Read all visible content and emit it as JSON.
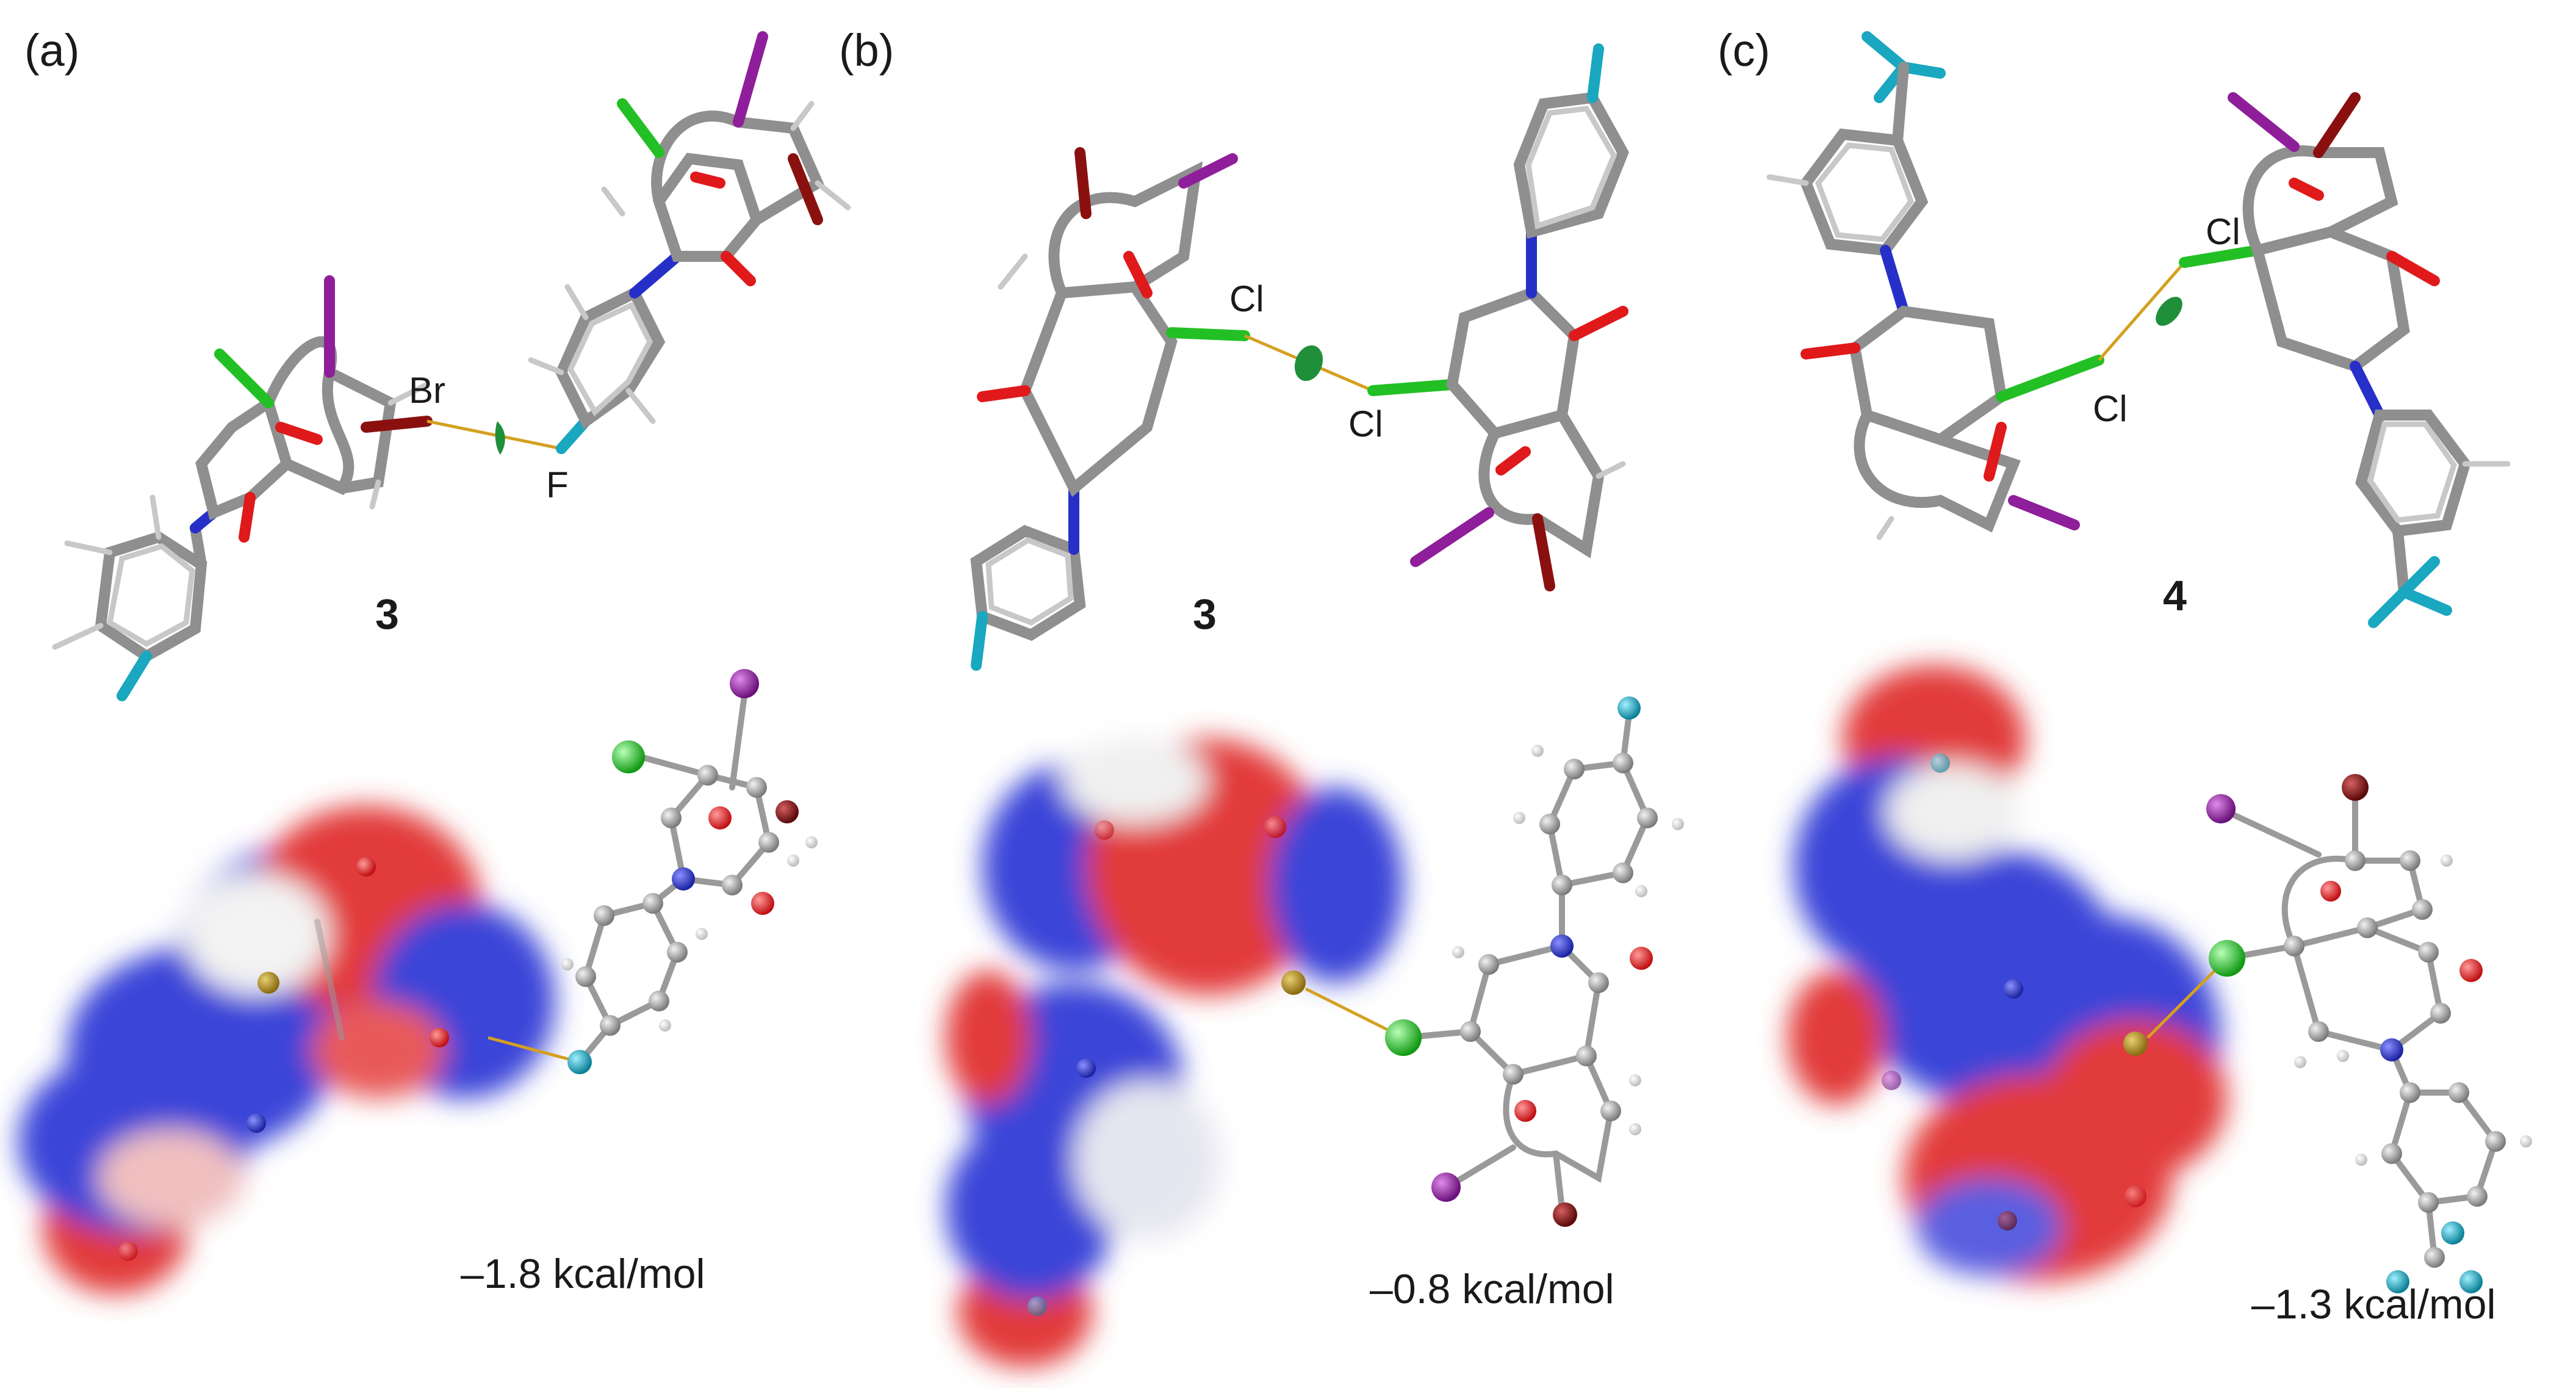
{
  "colors": {
    "carbon": "#a8a8a8",
    "hydrogen": "#ececec",
    "oxygen": "#e0191b",
    "nitrogen": "#2630c8",
    "chlorine": "#22c024",
    "bromine": "#8a1010",
    "iodine": "#8f1e9a",
    "fluorine": "#1aa7c0",
    "contact": "#d4a020",
    "esp_positive": "#3a44d8",
    "esp_negative": "#e23a3a",
    "nci_surface": "#1f8f3a"
  },
  "panels": [
    {
      "letter": "(a)",
      "compound": "3",
      "atom_labels": [
        "Br",
        "F"
      ],
      "energy": "–1.8 kcal/mol"
    },
    {
      "letter": "(b)",
      "compound": "3",
      "atom_labels": [
        "Cl",
        "Cl"
      ],
      "energy": "–0.8 kcal/mol"
    },
    {
      "letter": "(c)",
      "compound": "4",
      "atom_labels": [
        "Cl",
        "Cl"
      ],
      "energy": "–1.3 kcal/mol"
    }
  ]
}
